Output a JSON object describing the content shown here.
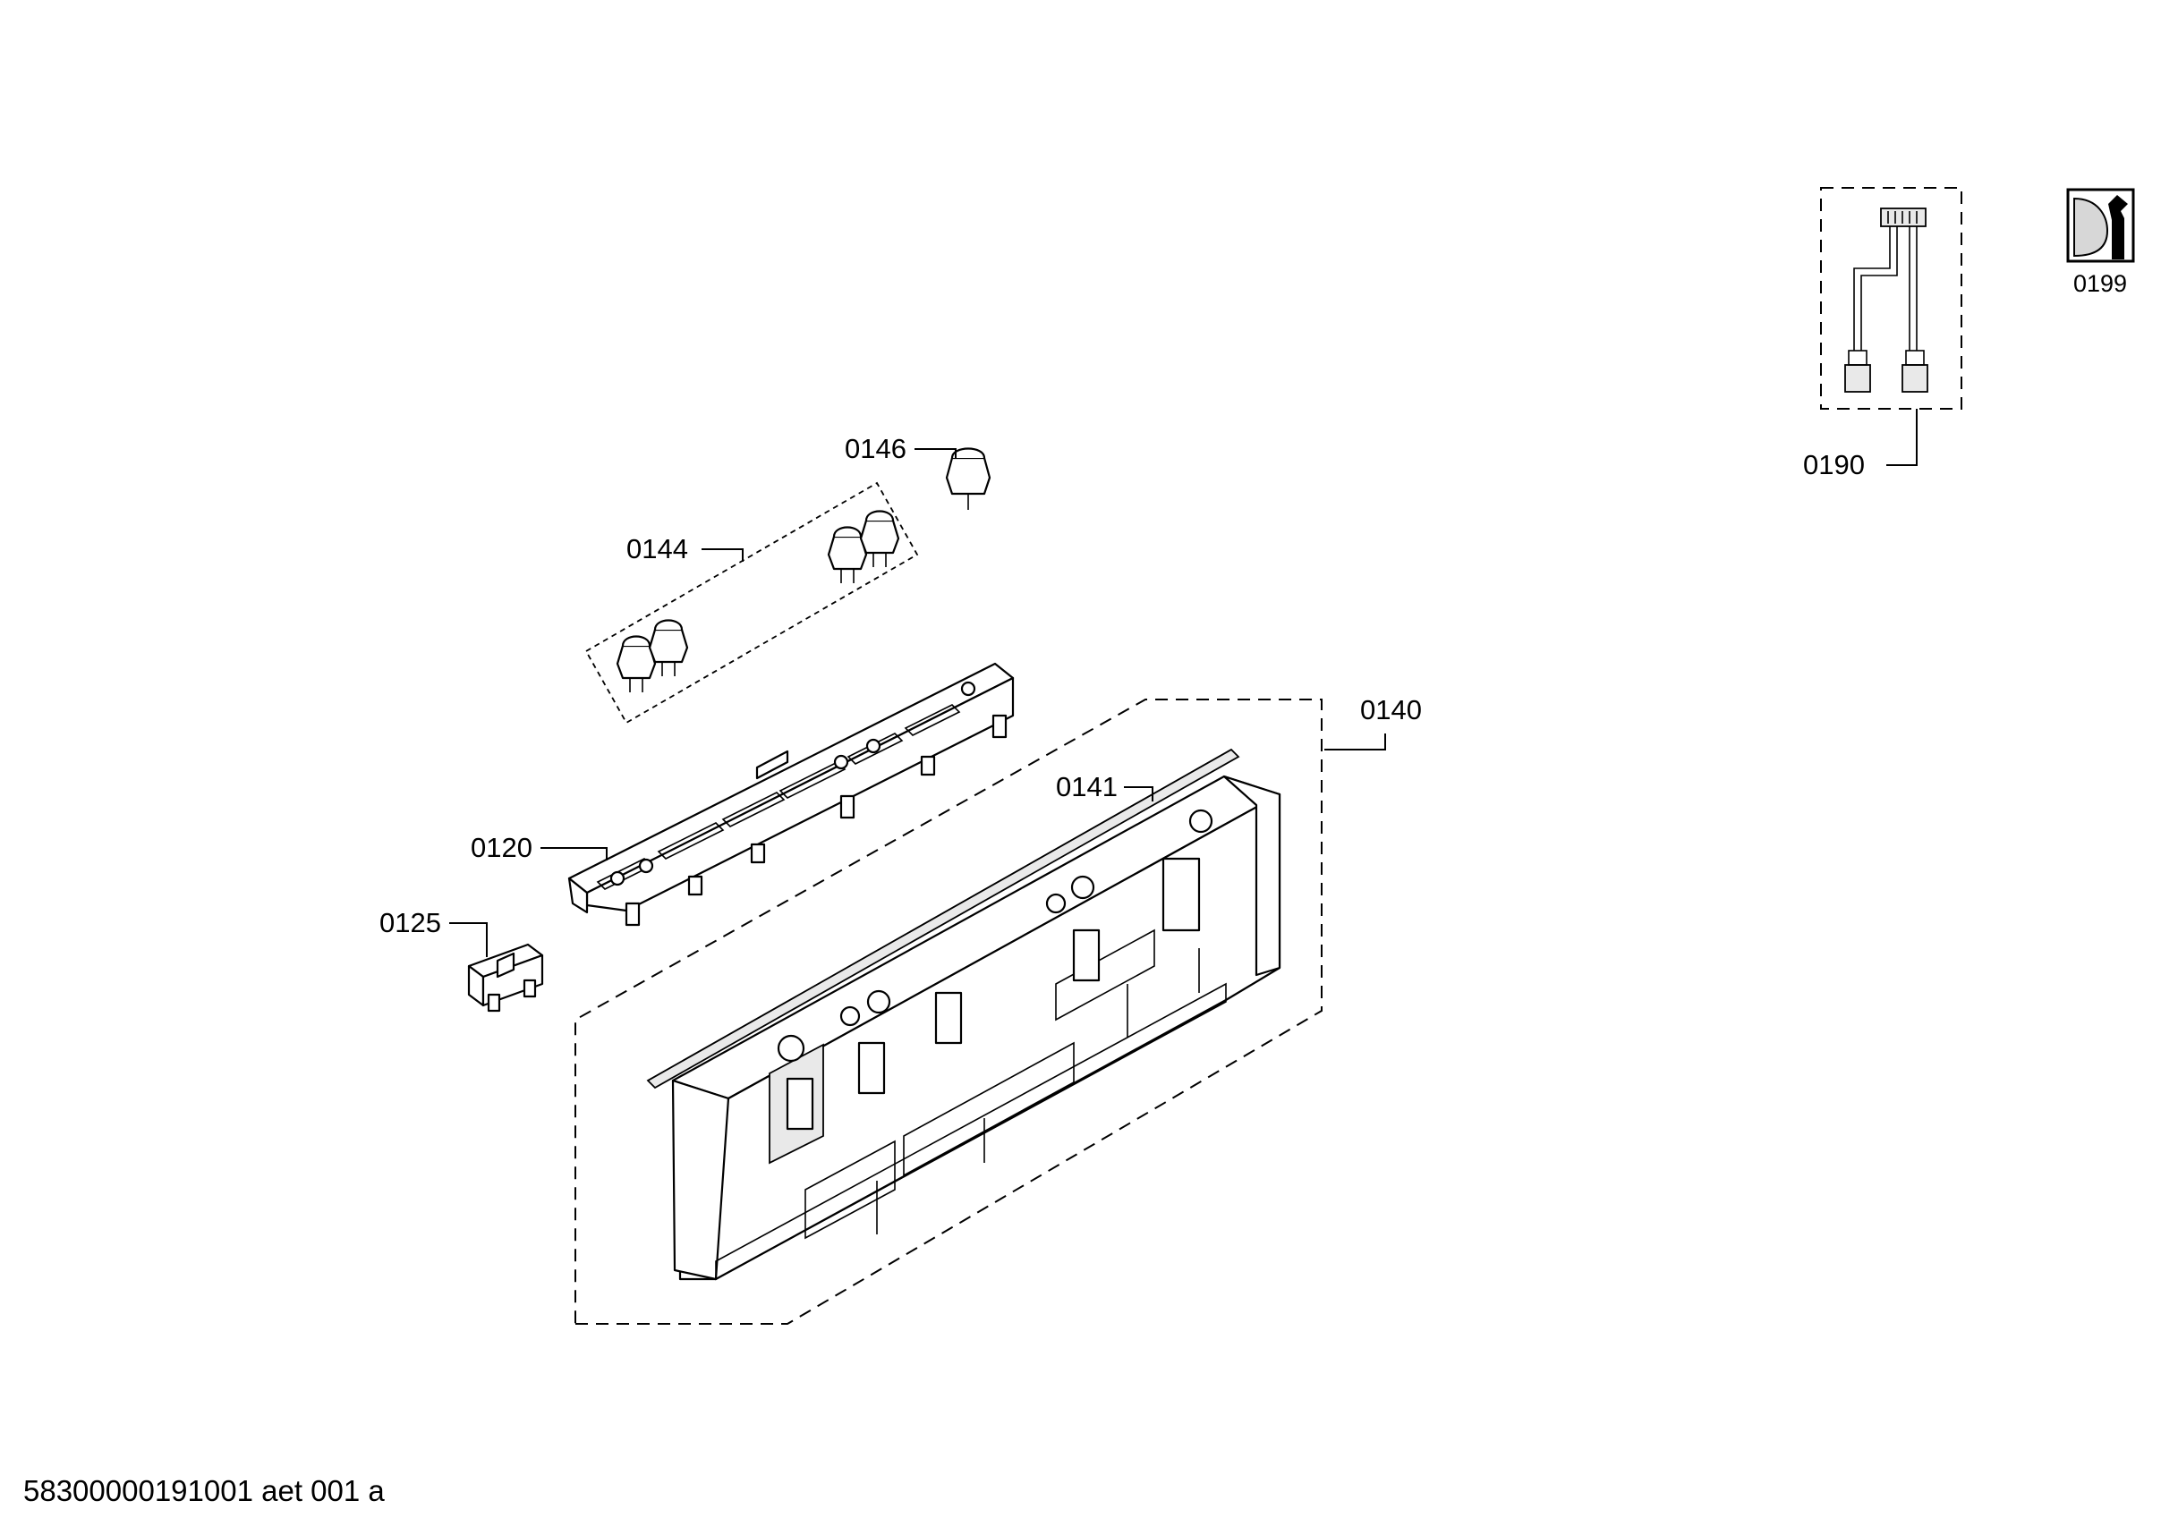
{
  "diagram": {
    "part_labels": {
      "p0146": "0146",
      "p0144": "0144",
      "p0120": "0120",
      "p0125": "0125",
      "p0140": "0140",
      "p0141": "0141",
      "p0190": "0190",
      "p0199": "0199"
    },
    "footer": "58300000191001 aet 001 a"
  }
}
